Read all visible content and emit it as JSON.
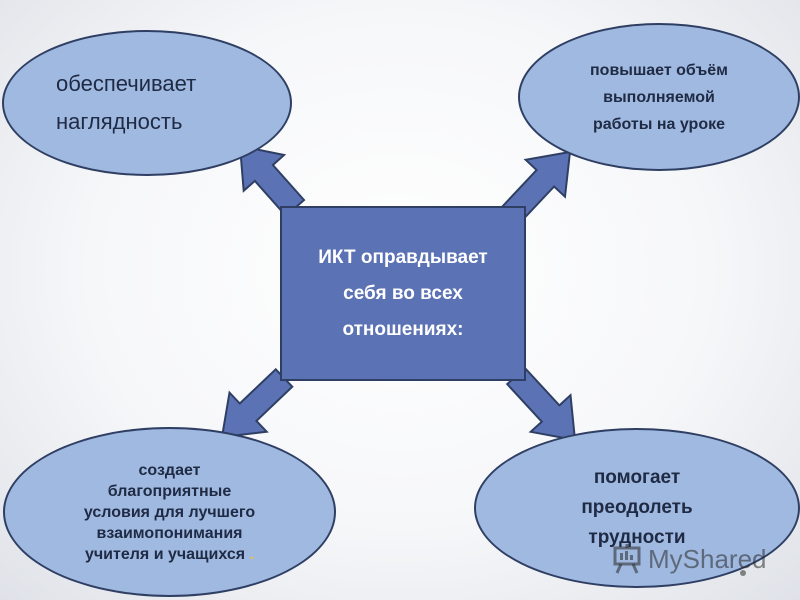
{
  "center": {
    "text": "ИКТ оправдывает\nсебя во всех\nотношениях:"
  },
  "ovals": {
    "top_left": "обеспечивает\nнаглядность",
    "top_right": "повышает объём\nвыполняемой\nработы на уроке",
    "bottom_left": "создает\nблагоприятные\nусловия для   лучшего\nвзаимопонимания\nучителя и учащихся",
    "bottom_left_suffix": " .",
    "bottom_right": "помогает\nпреодолеть\nтрудности"
  },
  "watermark": {
    "text": "MyShared",
    "icon": "presentation-board-icon"
  },
  "colors": {
    "oval_fill": "#a0b9e0",
    "box_fill": "#5b72b4",
    "arrow_fill": "#5b72b4",
    "outline": "#2f3f63"
  }
}
